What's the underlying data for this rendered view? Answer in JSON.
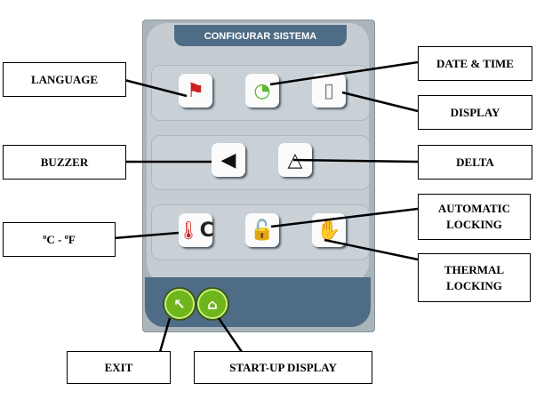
{
  "screen": {
    "title": "CONFIGURAR SISTEMA"
  },
  "labels": {
    "language": "LANGUAGE",
    "date_time": "DATE & TIME",
    "display": "DISPLAY",
    "buzzer": "BUZZER",
    "delta": "DELTA",
    "units": "ºC - ºF",
    "automatic_locking": "AUTOMATIC LOCKING",
    "thermal_locking": "THERMAL LOCKING",
    "exit": "EXIT",
    "startup_display": "START-UP DISPLAY"
  },
  "icons": {
    "units_glyph": "C"
  }
}
